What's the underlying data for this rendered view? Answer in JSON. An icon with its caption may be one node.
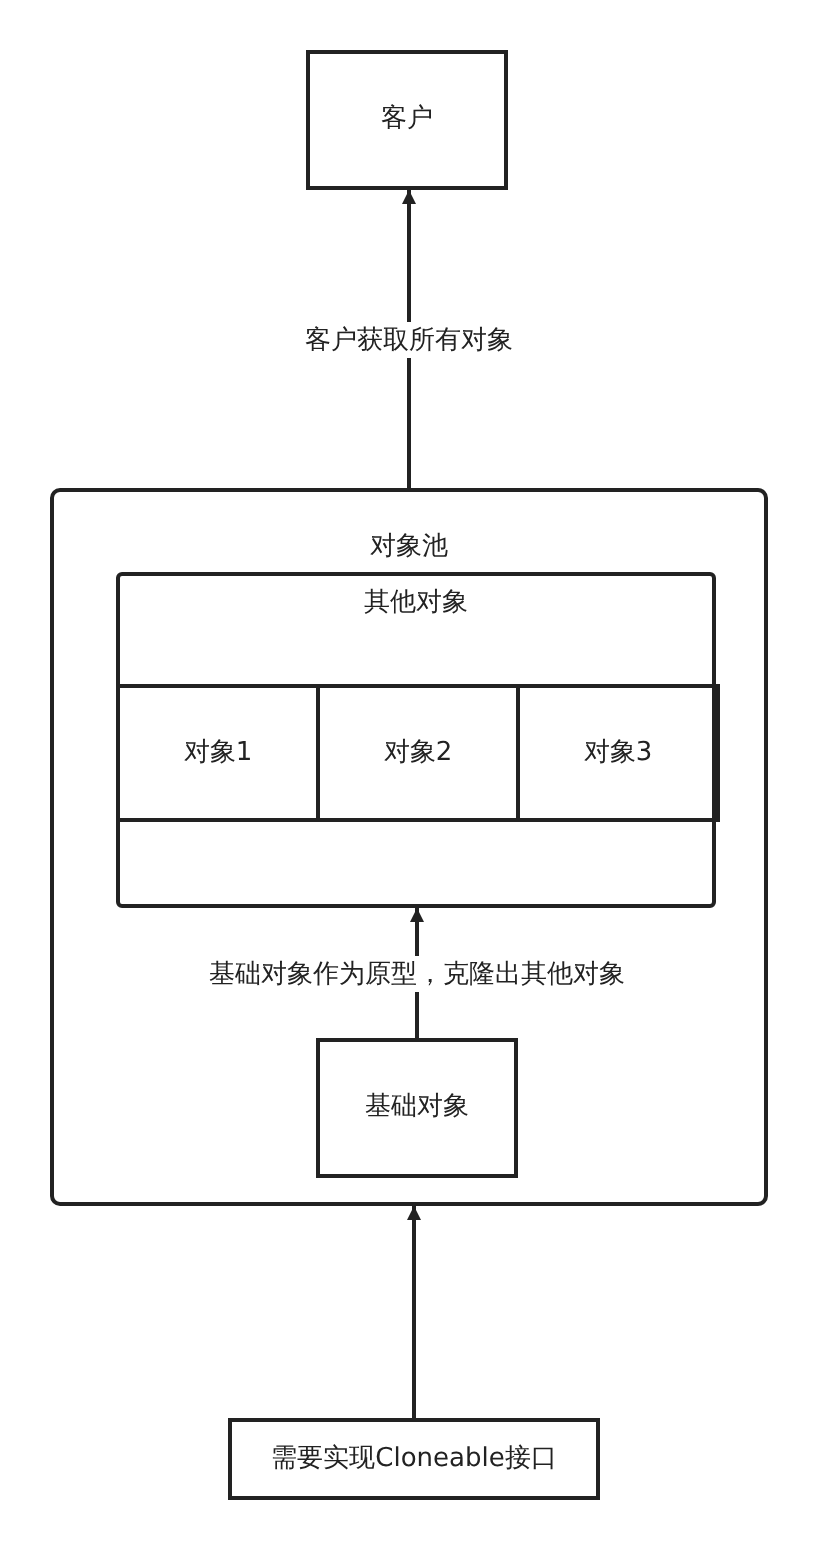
{
  "diagram": {
    "nodes": [
      {
        "text": [
          "客户"
        ]
      },
      {
        "text": [
          "对象池"
        ]
      },
      {
        "text": [
          "其他对象"
        ],
        "in": 1
      },
      {
        "text": [
          "对象1"
        ],
        "in": 2
      },
      {
        "text": [
          "对象2"
        ],
        "in": 2
      },
      {
        "text": [
          "对象3"
        ],
        "in": 2
      },
      {
        "text": [
          "基础对象"
        ],
        "in": 1
      },
      {
        "text": [
          "需要实现Cloneable接口"
        ]
      }
    ],
    "edges": [
      {
        "from": 1,
        "to": 0,
        "arrow": "to",
        "label": "客户获取所有对象"
      },
      {
        "from": 6,
        "to": 2,
        "arrow": "to",
        "label": "基础对象作为原型，克隆出其他对象"
      },
      {
        "from": 7,
        "to": 1,
        "arrow": "to"
      }
    ]
  }
}
